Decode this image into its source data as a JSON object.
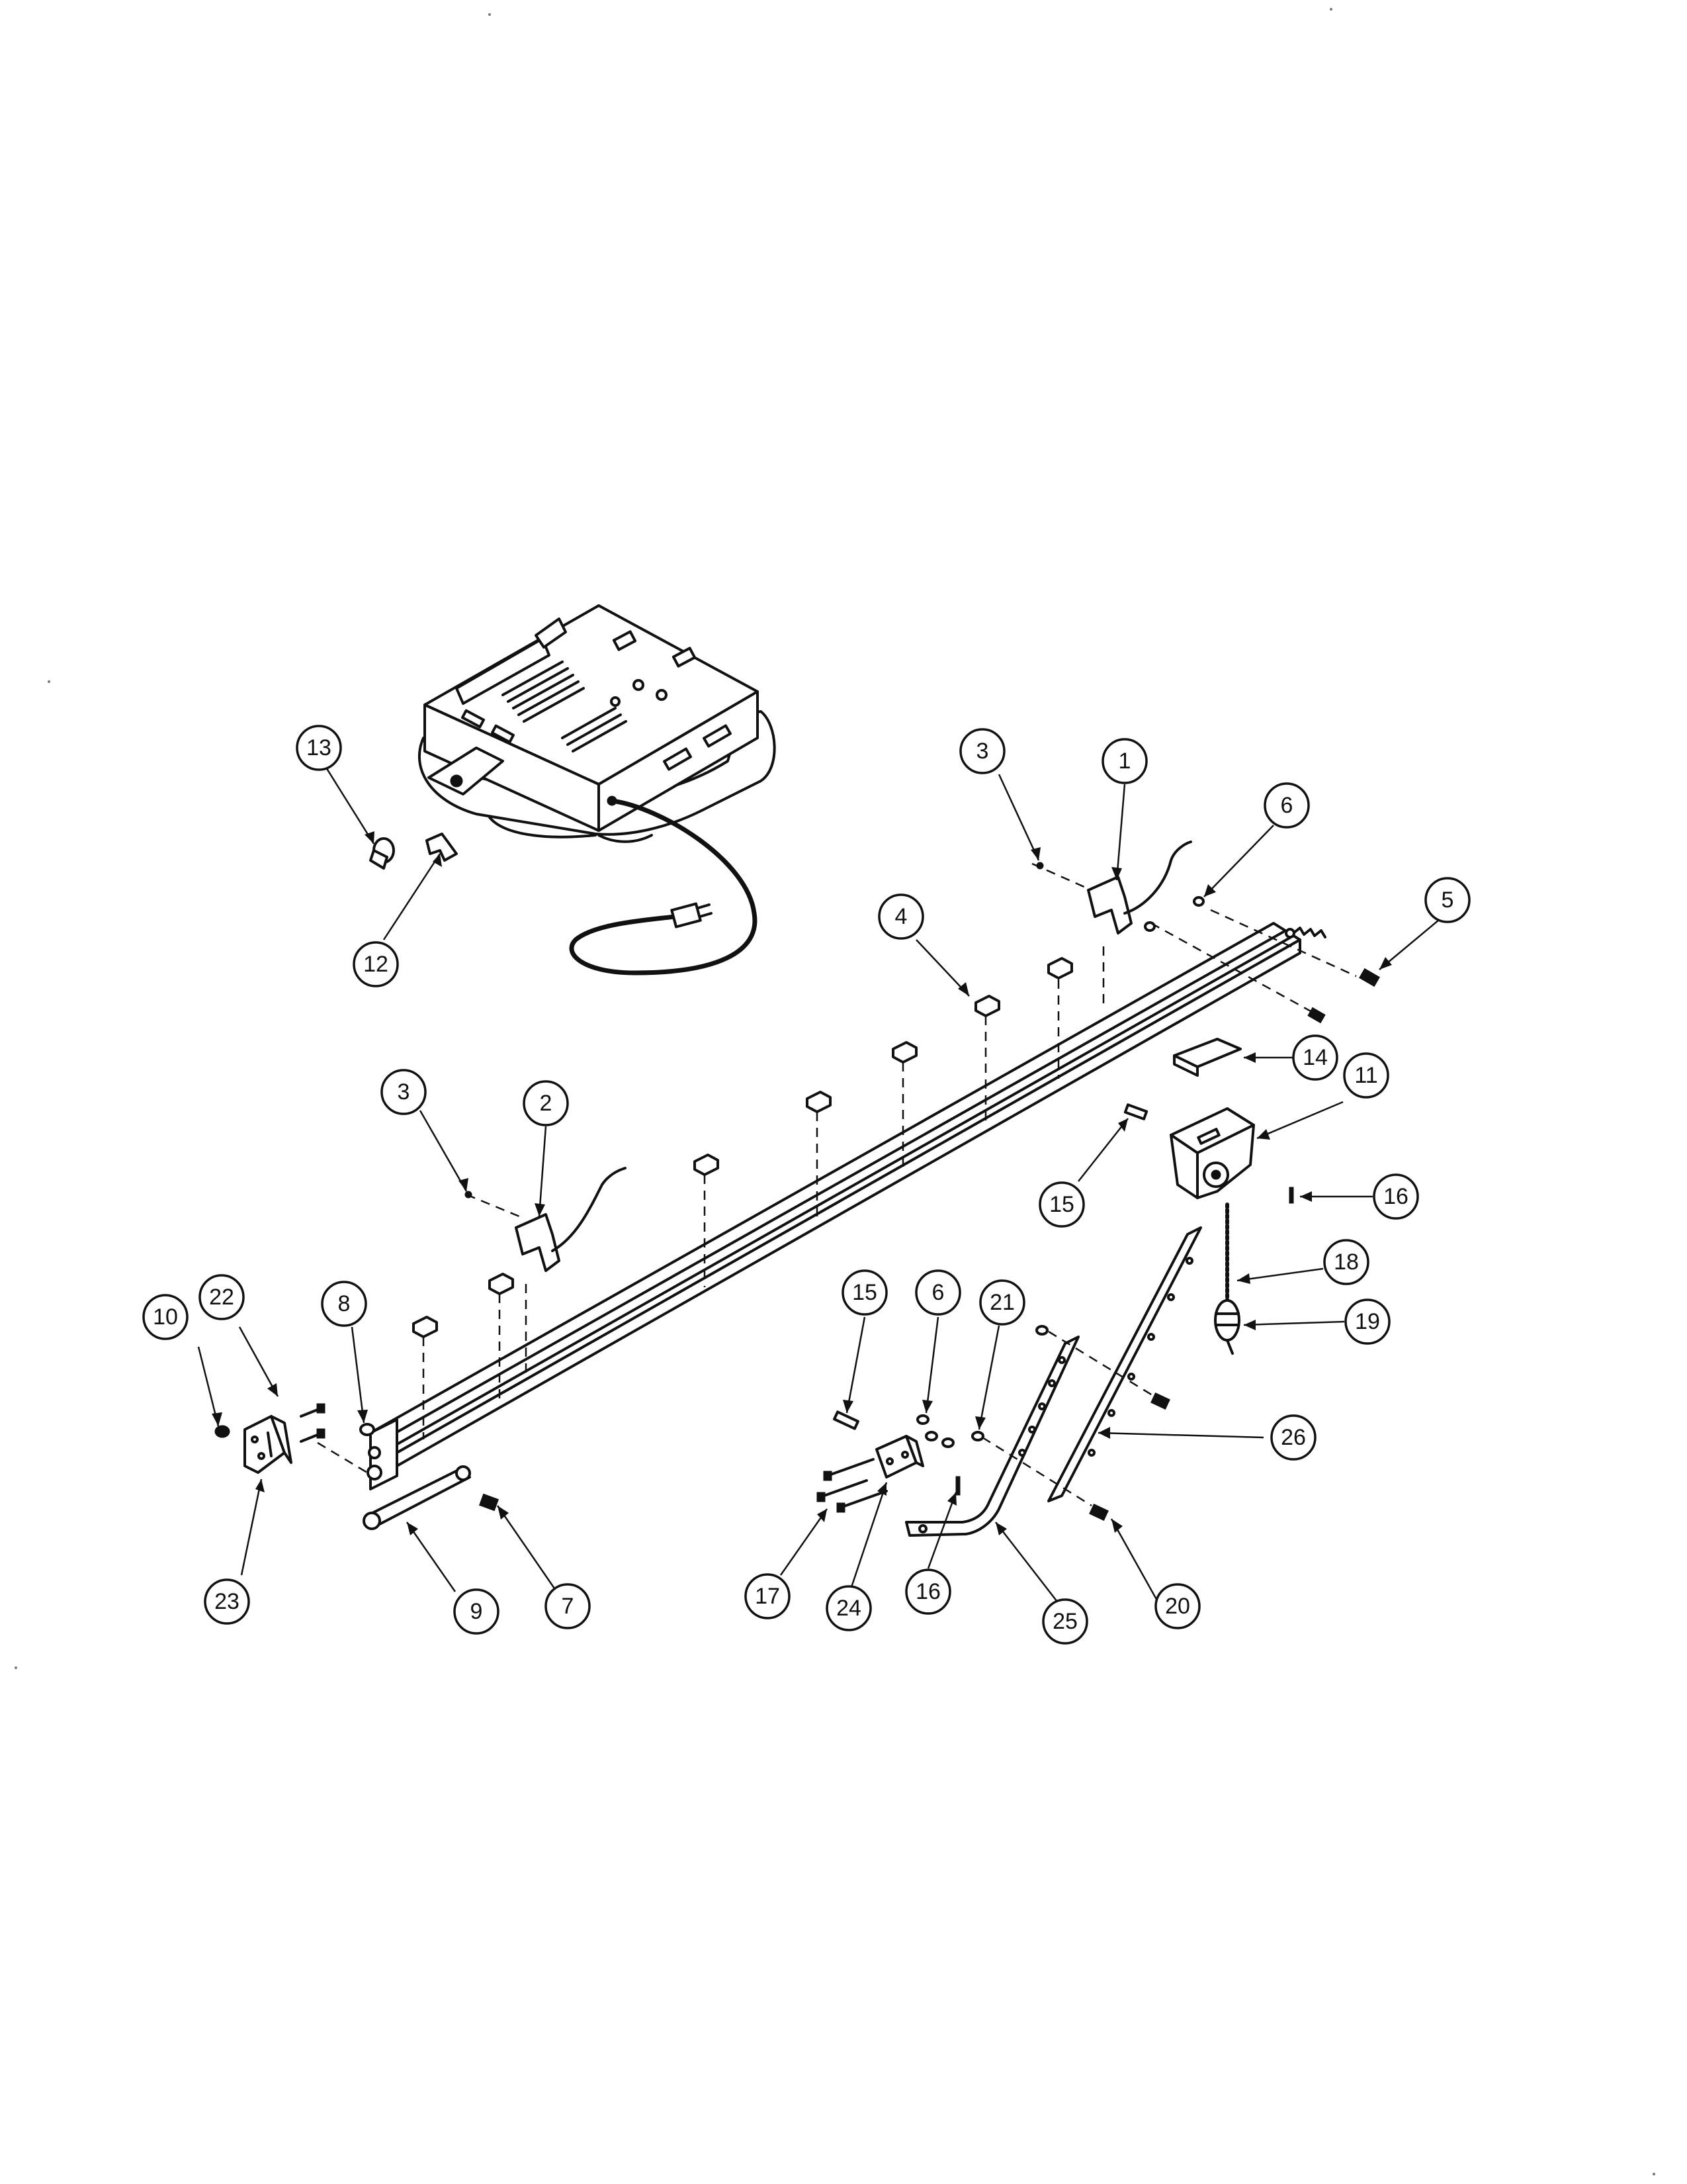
{
  "diagram": {
    "callouts": [
      {
        "id": "c1",
        "label": "1"
      },
      {
        "id": "c2",
        "label": "2"
      },
      {
        "id": "c3a",
        "label": "3"
      },
      {
        "id": "c3b",
        "label": "3"
      },
      {
        "id": "c4",
        "label": "4"
      },
      {
        "id": "c5",
        "label": "5"
      },
      {
        "id": "c6a",
        "label": "6"
      },
      {
        "id": "c6b",
        "label": "6"
      },
      {
        "id": "c7",
        "label": "7"
      },
      {
        "id": "c8",
        "label": "8"
      },
      {
        "id": "c9",
        "label": "9"
      },
      {
        "id": "c10",
        "label": "10"
      },
      {
        "id": "c11",
        "label": "11"
      },
      {
        "id": "c12",
        "label": "12"
      },
      {
        "id": "c13",
        "label": "13"
      },
      {
        "id": "c14",
        "label": "14"
      },
      {
        "id": "c15a",
        "label": "15"
      },
      {
        "id": "c15b",
        "label": "15"
      },
      {
        "id": "c16a",
        "label": "16"
      },
      {
        "id": "c16b",
        "label": "16"
      },
      {
        "id": "c17",
        "label": "17"
      },
      {
        "id": "c18",
        "label": "18"
      },
      {
        "id": "c19",
        "label": "19"
      },
      {
        "id": "c20",
        "label": "20"
      },
      {
        "id": "c21",
        "label": "21"
      },
      {
        "id": "c22",
        "label": "22"
      },
      {
        "id": "c23",
        "label": "23"
      },
      {
        "id": "c24",
        "label": "24"
      },
      {
        "id": "c25",
        "label": "25"
      },
      {
        "id": "c26",
        "label": "26"
      }
    ]
  }
}
